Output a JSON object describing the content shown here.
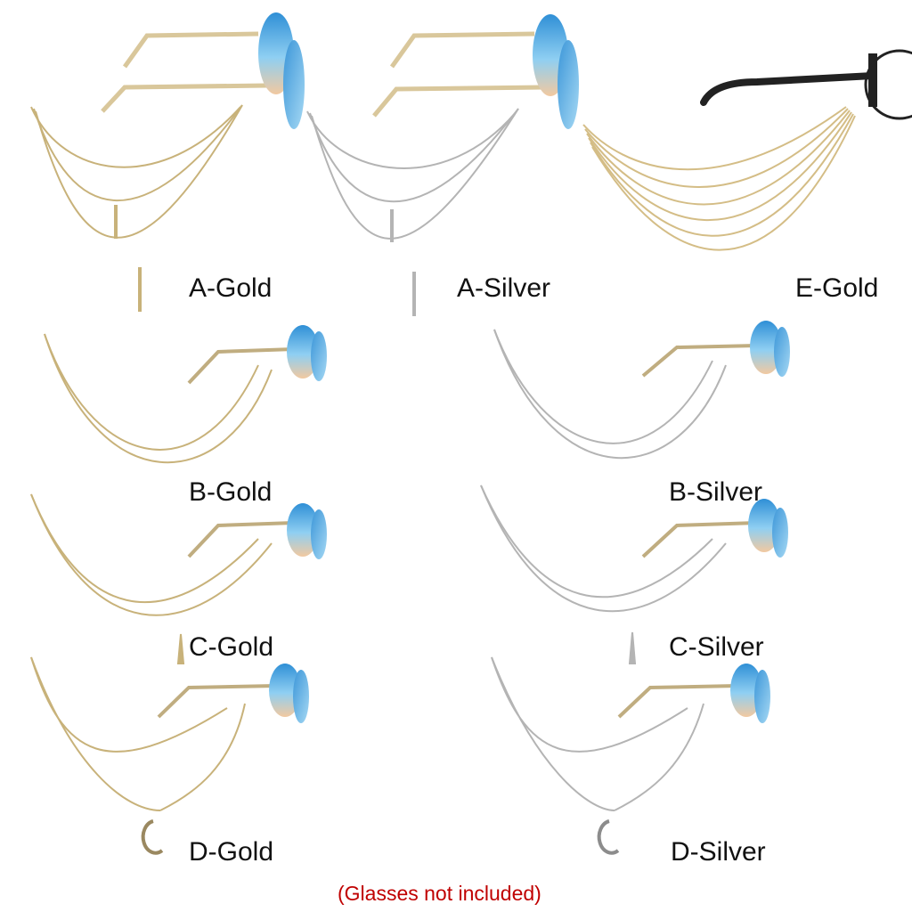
{
  "products": [
    {
      "id": "A",
      "label": "A-Gold"
    },
    {
      "id": "A",
      "label": "A-Silver"
    },
    {
      "id": "E",
      "label": "E-Gold"
    },
    {
      "id": "B",
      "label": "B-Gold"
    },
    {
      "id": "B",
      "label": "B-Silver"
    },
    {
      "id": "C",
      "label": "C-Gold"
    },
    {
      "id": "C",
      "label": "C-Silver"
    },
    {
      "id": "D",
      "label": "D-Gold"
    },
    {
      "id": "D",
      "label": "D-Silver"
    }
  ],
  "note": "(Glasses not included)",
  "colors": {
    "gold_chain": "#c8b27a",
    "silver_chain": "#b4b4b4",
    "lens_blue": "#5fb3e6",
    "lens_peach": "#f2c9a0",
    "frame_black": "#222222",
    "note_red": "#c00000",
    "label_text": "#111111"
  }
}
